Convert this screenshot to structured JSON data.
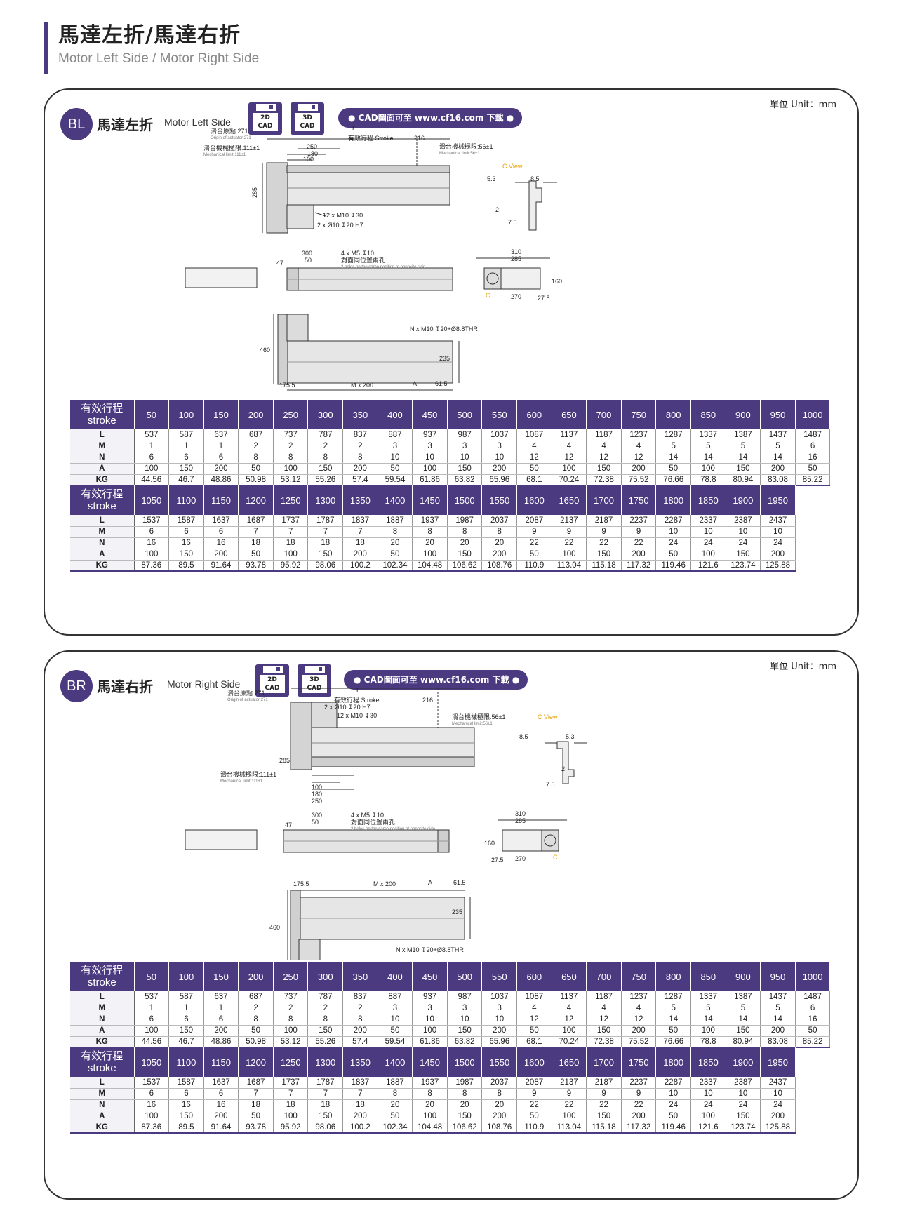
{
  "header": {
    "title_zh": "馬達左折/馬達右折",
    "title_en": "Motor Left Side / Motor Right Side"
  },
  "colors": {
    "accent": "#4b3a80",
    "cview": "#e8a000"
  },
  "shared": {
    "unit": "單位 Unit：mm",
    "cad_2d": "2D",
    "cad_3d": "3D",
    "cad_word": "CAD",
    "cad_link": "● CAD圖面可至 www.cf16.com 下載 ●",
    "row_labels": [
      "L",
      "M",
      "N",
      "A",
      "KG"
    ],
    "stroke_head": [
      "有效行程",
      "stroke"
    ]
  },
  "sections": [
    {
      "badge": "BL",
      "title_zh": "馬達左折",
      "title_en": "Motor Left Side",
      "annotations": {
        "origin": "滑台原點:271",
        "origin_en": "Origin of actuator:271",
        "mech_limit_left": "滑台機械極限:111±1",
        "mech_limit_left_en": "Mechanical limit:111±1",
        "mech_limit_right": "滑台機械極限:56±1",
        "mech_limit_right_en": "Mechanical limit:56±1",
        "L": "L",
        "stroke": "有效行程 Stroke",
        "d216": "216",
        "d250": "250",
        "d180": "180",
        "d100": "100",
        "d285": "285",
        "holes1": "12 x M10 ↧30",
        "holes2": "2 x Ø10 ↧20 H7",
        "cview": "C View",
        "c53": "5.3",
        "c85": "8.5",
        "c2": "2",
        "c75": "7.5",
        "d300": "300",
        "d50": "50",
        "d47": "47",
        "m5": "4 x M5 ↧10",
        "m5_zh": "對面同位置兩孔",
        "m5_en": "2 holes on the same position at opposite side",
        "d310": "310",
        "d285b": "285",
        "d270": "270",
        "d160": "160",
        "d275": "27.5",
        "nm10": "N x M10 ↧20+Ø8.8THR",
        "d460": "460",
        "d235": "235",
        "d1755": "175.5",
        "m200": "M x 200",
        "A": "A",
        "d615": "61.5",
        "c_marker": "C"
      }
    },
    {
      "badge": "BR",
      "title_zh": "馬達右折",
      "title_en": "Motor Right Side",
      "annotations": {
        "origin": "滑台原點:271",
        "origin_en": "Origin of actuator:271",
        "mech_limit_left": "滑台機械極限:111±1",
        "mech_limit_left_en": "Mechanical limit:111±1",
        "mech_limit_right": "滑台機械極限:56±1",
        "mech_limit_right_en": "Mechanical limit:56±1",
        "L": "L",
        "stroke": "有效行程 Stroke",
        "d216": "216",
        "d250": "250",
        "d180": "180",
        "d100": "100",
        "d285": "285",
        "holes1": "12 x M10 ↧30",
        "holes2": "2 x Ø10 ↧20 H7",
        "cview": "C View",
        "c53": "5.3",
        "c85": "8.5",
        "c2": "2",
        "c75": "7.5",
        "d300": "300",
        "d50": "50",
        "d47": "47",
        "m5": "4 x M5 ↧10",
        "m5_zh": "對面同位置兩孔",
        "m5_en": "2 holes on the same position at opposite side",
        "d310": "310",
        "d285b": "285",
        "d270": "270",
        "d160": "160",
        "d275": "27.5",
        "nm10": "N x M10 ↧20+Ø8.8THR",
        "d460": "460",
        "d235": "235",
        "d1755": "175.5",
        "m200": "M x 200",
        "A": "A",
        "d615": "61.5",
        "c_marker": "C"
      }
    }
  ],
  "tables": [
    {
      "strokes": [
        "50",
        "100",
        "150",
        "200",
        "250",
        "300",
        "350",
        "400",
        "450",
        "500",
        "550",
        "600",
        "650",
        "700",
        "750",
        "800",
        "850",
        "900",
        "950",
        "1000"
      ],
      "rows": [
        [
          "537",
          "587",
          "637",
          "687",
          "737",
          "787",
          "837",
          "887",
          "937",
          "987",
          "1037",
          "1087",
          "1137",
          "1187",
          "1237",
          "1287",
          "1337",
          "1387",
          "1437",
          "1487"
        ],
        [
          "1",
          "1",
          "1",
          "2",
          "2",
          "2",
          "2",
          "3",
          "3",
          "3",
          "3",
          "4",
          "4",
          "4",
          "4",
          "5",
          "5",
          "5",
          "5",
          "6"
        ],
        [
          "6",
          "6",
          "6",
          "8",
          "8",
          "8",
          "8",
          "10",
          "10",
          "10",
          "10",
          "12",
          "12",
          "12",
          "12",
          "14",
          "14",
          "14",
          "14",
          "16"
        ],
        [
          "100",
          "150",
          "200",
          "50",
          "100",
          "150",
          "200",
          "50",
          "100",
          "150",
          "200",
          "50",
          "100",
          "150",
          "200",
          "50",
          "100",
          "150",
          "200",
          "50"
        ],
        [
          "44.56",
          "46.7",
          "48.86",
          "50.98",
          "53.12",
          "55.26",
          "57.4",
          "59.54",
          "61.86",
          "63.82",
          "65.96",
          "68.1",
          "70.24",
          "72.38",
          "75.52",
          "76.66",
          "78.8",
          "80.94",
          "83.08",
          "85.22"
        ]
      ]
    },
    {
      "strokes": [
        "1050",
        "1100",
        "1150",
        "1200",
        "1250",
        "1300",
        "1350",
        "1400",
        "1450",
        "1500",
        "1550",
        "1600",
        "1650",
        "1700",
        "1750",
        "1800",
        "1850",
        "1900",
        "1950"
      ],
      "rows": [
        [
          "1537",
          "1587",
          "1637",
          "1687",
          "1737",
          "1787",
          "1837",
          "1887",
          "1937",
          "1987",
          "2037",
          "2087",
          "2137",
          "2187",
          "2237",
          "2287",
          "2337",
          "2387",
          "2437"
        ],
        [
          "6",
          "6",
          "6",
          "7",
          "7",
          "7",
          "7",
          "8",
          "8",
          "8",
          "8",
          "9",
          "9",
          "9",
          "9",
          "10",
          "10",
          "10",
          "10"
        ],
        [
          "16",
          "16",
          "16",
          "18",
          "18",
          "18",
          "18",
          "20",
          "20",
          "20",
          "20",
          "22",
          "22",
          "22",
          "22",
          "24",
          "24",
          "24",
          "24"
        ],
        [
          "100",
          "150",
          "200",
          "50",
          "100",
          "150",
          "200",
          "50",
          "100",
          "150",
          "200",
          "50",
          "100",
          "150",
          "200",
          "50",
          "100",
          "150",
          "200"
        ],
        [
          "87.36",
          "89.5",
          "91.64",
          "93.78",
          "95.92",
          "98.06",
          "100.2",
          "102.34",
          "104.48",
          "106.62",
          "108.76",
          "110.9",
          "113.04",
          "115.18",
          "117.32",
          "119.46",
          "121.6",
          "123.74",
          "125.88"
        ]
      ]
    }
  ]
}
